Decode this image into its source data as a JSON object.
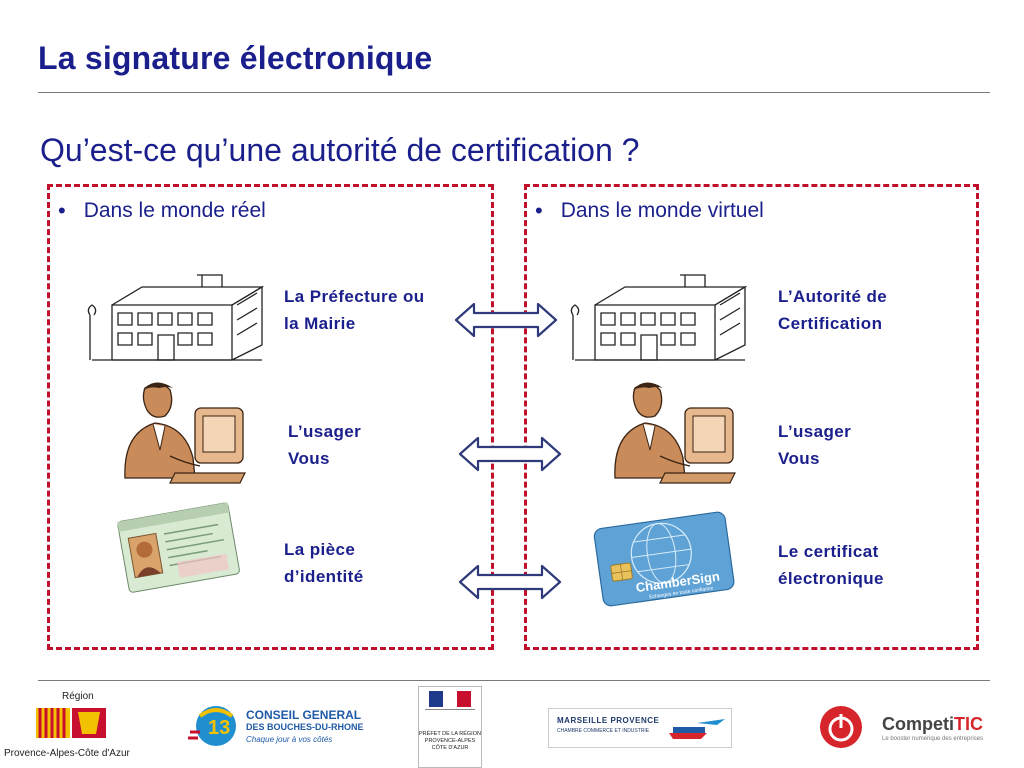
{
  "slide": {
    "title": "La signature électronique",
    "subtitle": "Qu’est-ce qu’une autorité de certification ?"
  },
  "left": {
    "bullet": "Dans le monde réel",
    "rows": [
      {
        "line1": "La Préfecture ou",
        "line2": "la Mairie",
        "icon": "building-icon"
      },
      {
        "line1": "L’usager",
        "line2": "Vous",
        "icon": "computer-user-icon"
      },
      {
        "line1": "La pièce",
        "line2": "d’identité",
        "icon": "id-card-icon"
      }
    ]
  },
  "right": {
    "bullet": "Dans le monde virtuel",
    "rows": [
      {
        "line1": "L’Autorité de",
        "line2": "Certification",
        "icon": "building-icon"
      },
      {
        "line1": "L’usager",
        "line2": "Vous",
        "icon": "computer-user-icon"
      },
      {
        "line1": "Le certificat",
        "line2": "électronique",
        "icon": "smart-card-icon"
      }
    ],
    "card_text": "ChamberSign",
    "card_tagline": "Echanges en toute confiance"
  },
  "footer": {
    "region_label": "Région",
    "region_name": "Provence-Alpes-Côte d'Azur",
    "cg_line1": "CONSEIL GENERAL",
    "cg_line2": "DES BOUCHES-DU-RHONE",
    "cg_tagline": "Chaque jour à vos côtés",
    "prefet_line1": "PRÉFET DE LA RÉGION",
    "prefet_line2": "PROVENCE-ALPES",
    "prefet_line3": "CÔTE D'AZUR",
    "marseille_line1": "MARSEILLE PROVENCE",
    "marseille_line2": "CHAMBRE COMMERCE ET INDUSTRIE",
    "competitic_name": "Competi",
    "competitic_tic": "TIC",
    "competitic_tagline": "Le booster numérique des entreprises"
  },
  "colors": {
    "title": "#1a1f8c",
    "panel_border": "#c0102a",
    "arrow": "#2f3a7a"
  }
}
